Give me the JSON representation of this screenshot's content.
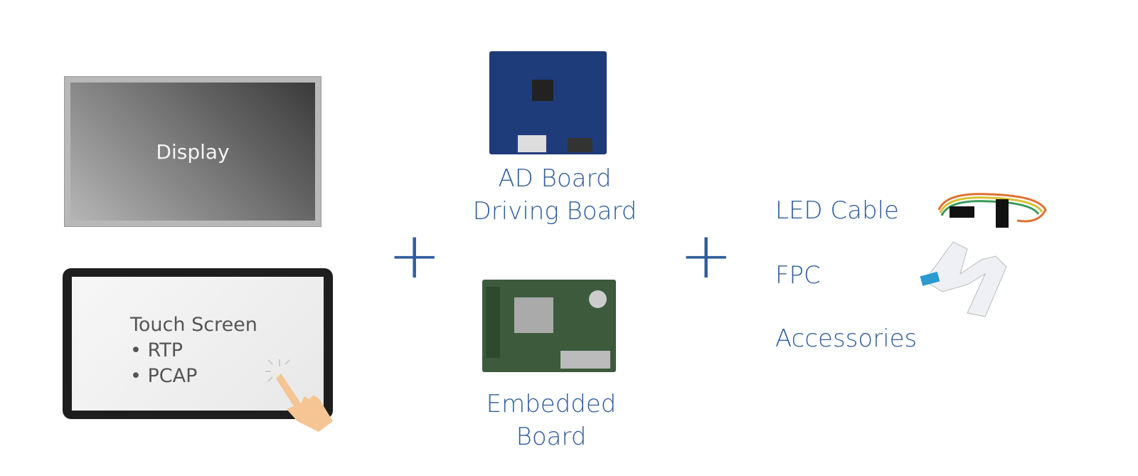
{
  "display": {
    "label": "Display"
  },
  "touch": {
    "title": "Touch Screen",
    "items": [
      "• RTP",
      "• PCAP"
    ]
  },
  "ad_board": {
    "line1": "AD Board",
    "line2": "Driving Board"
  },
  "embedded": {
    "line1": "Embedded",
    "line2": "Board"
  },
  "accessories": {
    "items": [
      "LED Cable",
      "FPC",
      "Accessories"
    ]
  },
  "plus_sign": "+",
  "colors": {
    "accent": "#2f5d9c"
  }
}
